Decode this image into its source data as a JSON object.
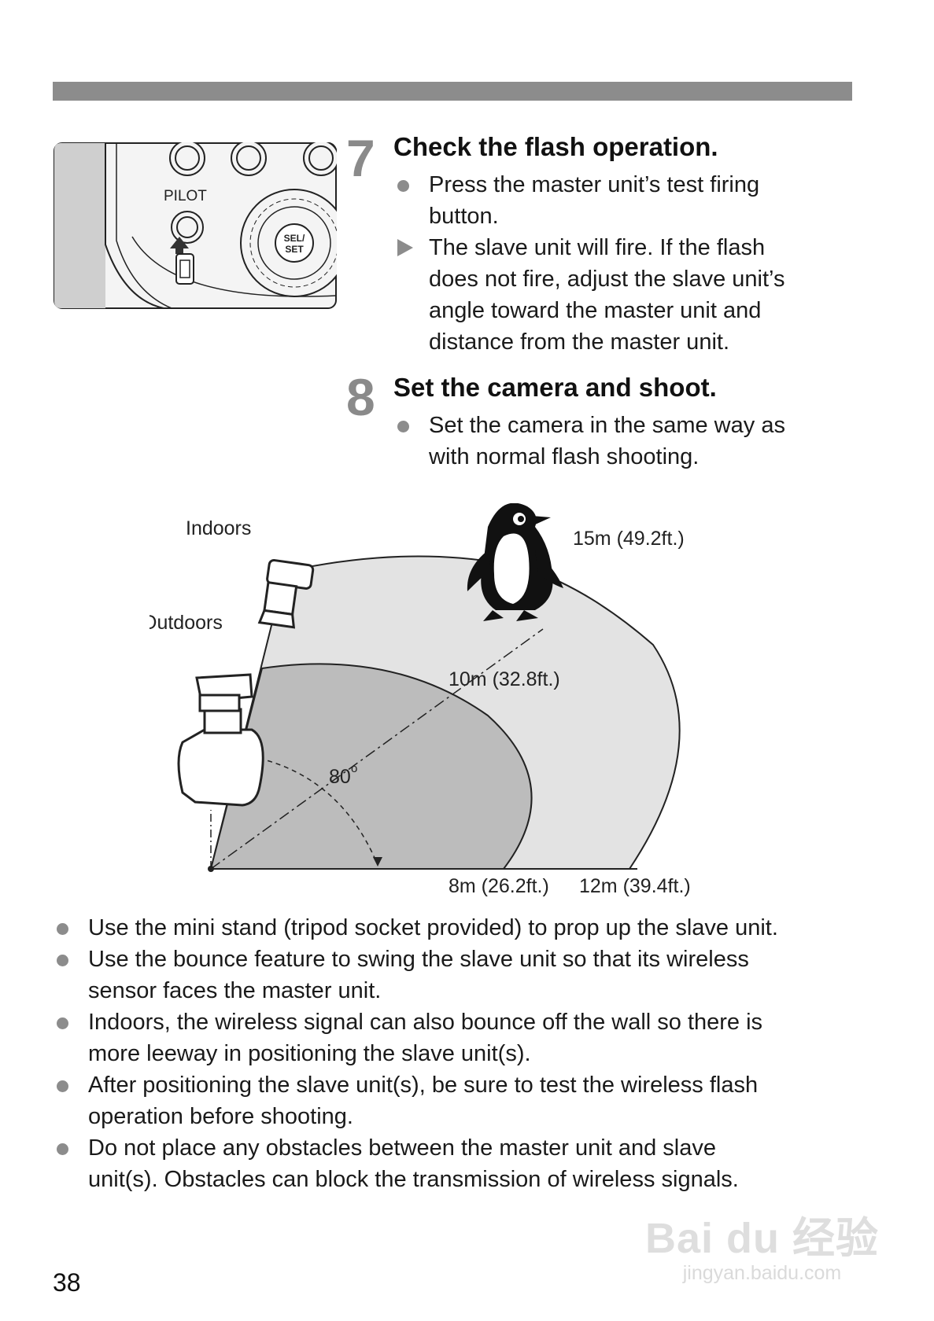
{
  "step7": {
    "number": "7",
    "title": "Check the flash operation.",
    "bullets": [
      {
        "marker": "dot",
        "lines": [
          "Press the master unit’s test firing",
          "button."
        ]
      },
      {
        "marker": "arrow",
        "lines": [
          "The slave unit will fire. If the flash",
          "does not fire, adjust the slave unit’s",
          "angle toward the master unit and",
          "distance from the master unit."
        ]
      }
    ]
  },
  "step8": {
    "number": "8",
    "title": "Set the camera and shoot.",
    "bullets": [
      {
        "marker": "dot",
        "lines": [
          "Set the camera in the same way as",
          "with normal flash shooting."
        ]
      }
    ]
  },
  "photo": {
    "pilot_label": "PILOT",
    "button_label_1": "SEL/",
    "button_label_2": "SET"
  },
  "diagram": {
    "label_indoors": "Indoors",
    "label_outdoors": "Outdoors",
    "label_15m": "15m (49.2ft.)",
    "label_10m": "10m (32.8ft.)",
    "label_8m": "8m (26.2ft.)",
    "label_12m": "12m (39.4ft.)",
    "label_angle": "80",
    "label_angle_unit": "o"
  },
  "notes": [
    [
      "Use the mini stand (tripod socket provided) to prop up the slave unit."
    ],
    [
      "Use the bounce feature to swing the slave unit so that its wireless",
      "sensor faces the master unit."
    ],
    [
      "Indoors, the wireless signal can also bounce off the wall so there is",
      "more leeway in positioning the slave unit(s)."
    ],
    [
      "After positioning the slave unit(s), be sure to test the wireless flash",
      "operation before shooting."
    ],
    [
      "Do not place any obstacles between the master unit and slave",
      "unit(s). Obstacles can block the transmission of wireless signals."
    ]
  ],
  "page_number": "38",
  "watermark": {
    "logo": "Bai du 经验",
    "url": "jingyan.baidu.com"
  }
}
